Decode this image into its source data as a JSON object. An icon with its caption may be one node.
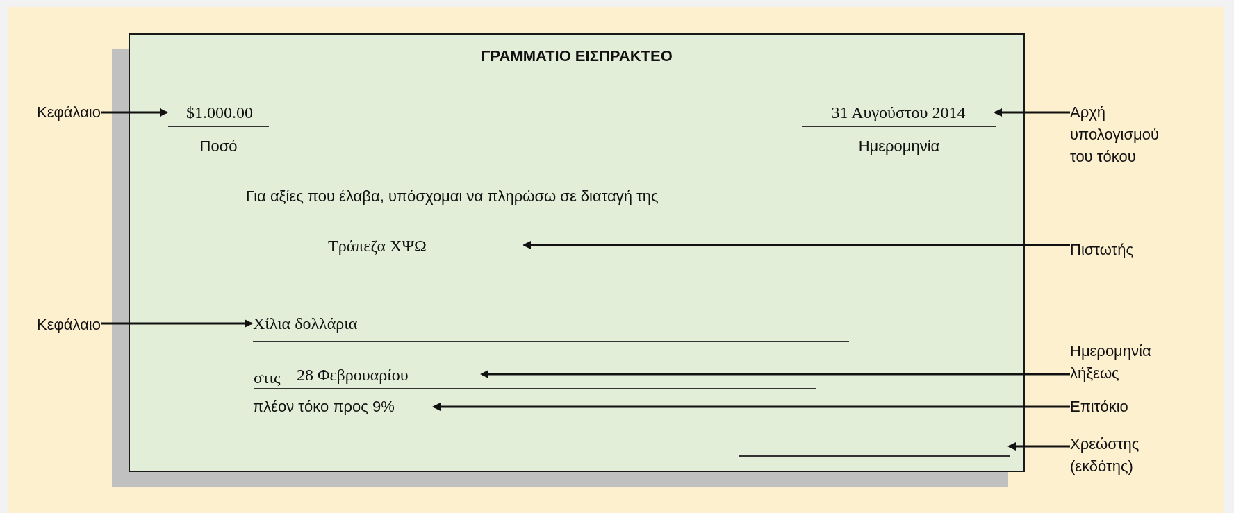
{
  "diagram": {
    "nodes": [
      {
        "text": [
          "ΓΡΑΜΜΑΤΙΟ ΕΙΣΠΡΑΚΤΕΟ"
        ]
      },
      {
        "text": [
          "Κεφάλαιο"
        ]
      },
      {
        "text": [
          "$1.000.00"
        ],
        "in": 0
      },
      {
        "text": [
          "31 Αυγούστου 2014"
        ],
        "in": 0
      },
      {
        "text": [
          "Αρχή υπολογισμού του τόκου"
        ]
      },
      {
        "text": [
          "Τράπεζα ΧΨΩ"
        ],
        "in": 0
      },
      {
        "text": [
          "Πιστωτής"
        ]
      },
      {
        "text": [
          "Κεφάλαιο"
        ]
      },
      {
        "text": [
          "Χίλια δολλάρια"
        ],
        "in": 0
      },
      {
        "text": [
          "Ημερομηνία λήξεως"
        ]
      },
      {
        "text": [
          "28 Φεβρουαρίου"
        ],
        "in": 0
      },
      {
        "text": [
          "πλέον τόκο προς 9%"
        ],
        "in": 0
      },
      {
        "text": [
          "Επιτόκιο"
        ]
      },
      {
        "text": [],
        "shape": "line",
        "in": 0
      },
      {
        "text": [
          "Χρεώστης (εκδότης)"
        ]
      }
    ],
    "edges": [
      {
        "from": 1,
        "to": 2,
        "arrow": "to"
      },
      {
        "from": 4,
        "to": 3,
        "arrow": "to"
      },
      {
        "from": 6,
        "to": 5,
        "arrow": "to"
      },
      {
        "from": 7,
        "to": 8,
        "arrow": "to"
      },
      {
        "from": 9,
        "to": 10,
        "arrow": "to"
      },
      {
        "from": 12,
        "to": 11,
        "arrow": "to"
      },
      {
        "from": 14,
        "to": 13,
        "arrow": "to"
      }
    ],
    "labels": [
      "Ποσό",
      "Ημερομηνία",
      "Για αξίες που έλαβα, υπόσχομαι να πληρώσω σε διαταγή της",
      "στις"
    ]
  }
}
